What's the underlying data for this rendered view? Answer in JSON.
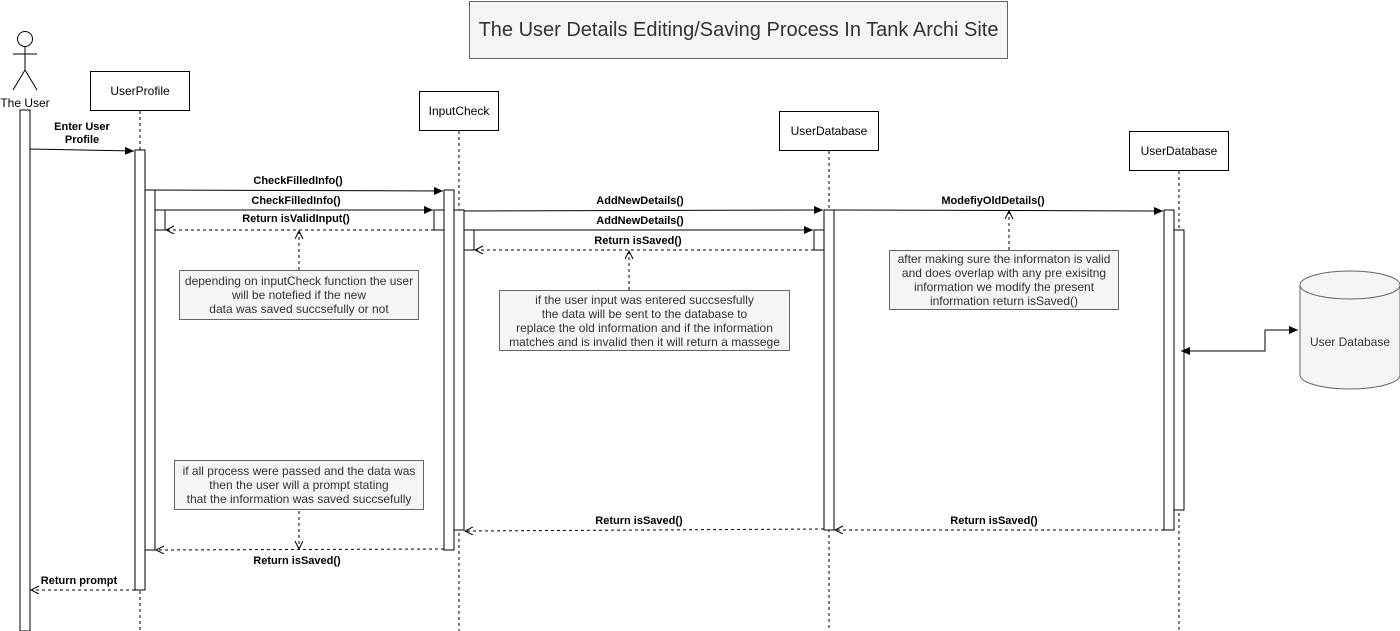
{
  "title": "The User Details Editing/Saving Process In Tank Archi Site",
  "actor": {
    "name": "The User"
  },
  "lifelines": {
    "user_profile": "UserProfile",
    "input_check": "InputCheck",
    "user_database_1": "UserDatabase",
    "user_database_2": "UserDatabase"
  },
  "database": {
    "label": "User Database"
  },
  "messages": {
    "enter_profile": "Enter User\nProfile",
    "check_filled_1": "CheckFilledInfo()",
    "check_filled_2": "CheckFilledInfo()",
    "return_valid": "Return isValidInput()",
    "add_new_1": "AddNewDetails()",
    "add_new_2": "AddNewDetails()",
    "return_saved_db1": "Return isSaved()",
    "modify_old": "ModefiyOldDetails()",
    "return_saved_ic": "Return isSaved()",
    "return_saved_db2": "Return isSaved()",
    "return_saved_up": "Return isSaved()",
    "return_prompt": "Return prompt"
  },
  "notes": {
    "notify": "depending on inputCheck function the user\nwill be notefied if the new\ndata was saved succsefully or not",
    "input_sent": "if the user input was entered succsesfully\nthe data will be sent to the database to\nreplace the old information and if the information\nmatches and is invalid then it will return a massege",
    "validation": "after making sure the informaton is valid\nand does overlap with any pre exisitng\ninformation we modify the present\ninformation return isSaved()",
    "prompt": "if all process were passed and the data was\nthen the user will a prompt stating\nthat the information was saved succsefully"
  }
}
